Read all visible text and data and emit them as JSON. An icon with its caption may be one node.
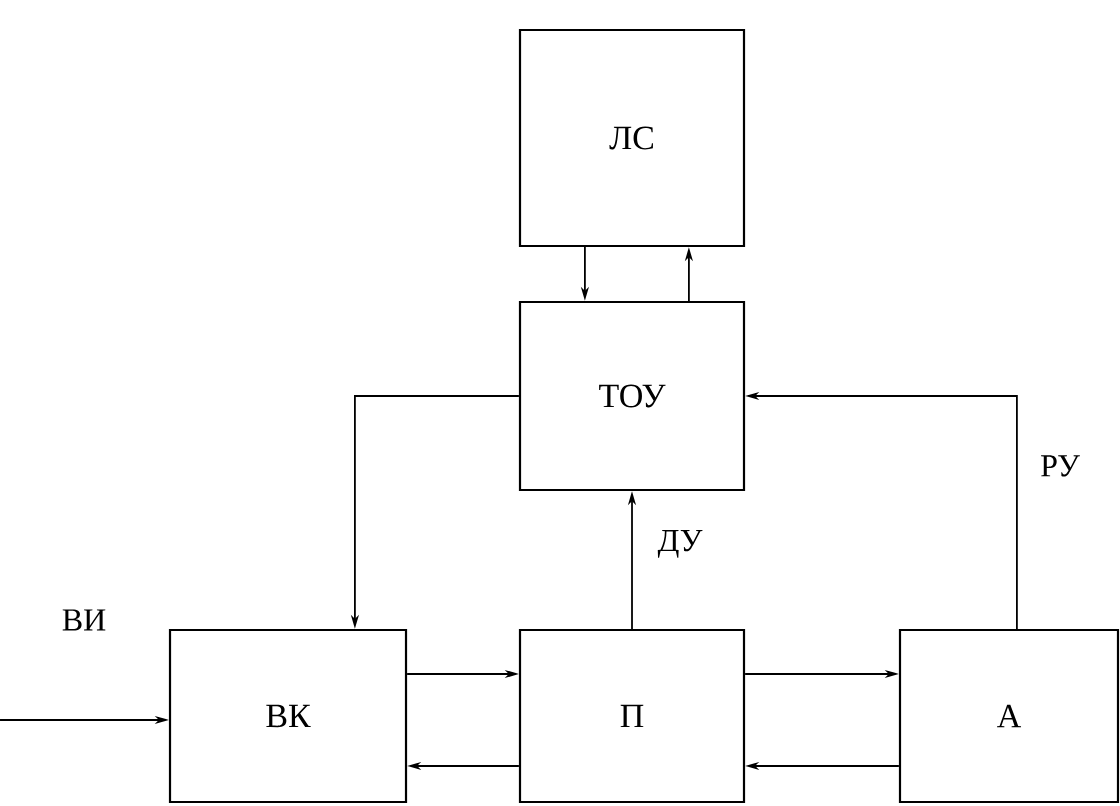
{
  "diagram": {
    "nodes": [
      {
        "text": [
          "ЛС"
        ]
      },
      {
        "text": [
          "ТОУ"
        ]
      },
      {
        "text": [
          "ВК"
        ]
      },
      {
        "text": [
          "П"
        ]
      },
      {
        "text": [
          "А"
        ]
      }
    ],
    "edges": [
      {
        "from": 0,
        "to": 1,
        "arrow": "to"
      },
      {
        "from": 1,
        "to": 0,
        "arrow": "to"
      },
      {
        "from": 1,
        "to": 2,
        "arrow": "to"
      },
      {
        "from": 3,
        "to": 1,
        "arrow": "to",
        "label": "ДУ"
      },
      {
        "from": 4,
        "to": 1,
        "arrow": "to",
        "label": "РУ"
      },
      {
        "from": null,
        "to": 2,
        "arrow": "to",
        "label": "ВИ"
      },
      {
        "from": 2,
        "to": 3,
        "arrow": "to"
      },
      {
        "from": 3,
        "to": 2,
        "arrow": "to"
      },
      {
        "from": 3,
        "to": 4,
        "arrow": "to"
      },
      {
        "from": 4,
        "to": 3,
        "arrow": "to"
      }
    ]
  }
}
